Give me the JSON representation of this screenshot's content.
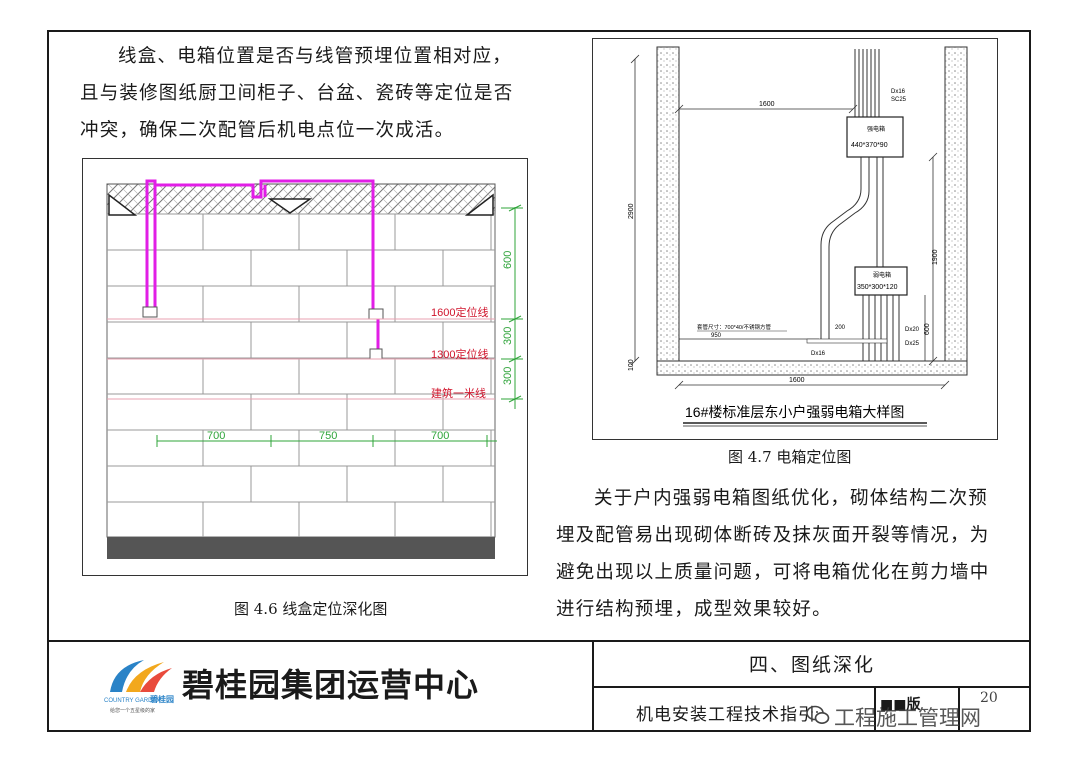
{
  "paragraphs": {
    "left": "线盒、电箱位置是否与线管预埋位置相对应，且与装修图纸厨卫间柜子、台盆、瓷砖等定位是否冲突，确保二次配管后机电点位一次成活。",
    "right": "关于户内强弱电箱图纸优化，砌体结构二次预埋及配管易出现砌体断砖及抹灰面开裂等情况，为避免出现以上质量问题，可将电箱优化在剪力墙中进行结构预埋，成型效果较好。"
  },
  "figure_46": {
    "caption": "图 4.6 线盒定位深化图",
    "line_1600": "1600定位线",
    "line_1300": "1300定位线",
    "line_1000": "建筑一米线",
    "dim_v_top": "600",
    "dim_v_mid": "300",
    "dim_v_bot": "300",
    "dim_h_1": "700",
    "dim_h_2": "750",
    "dim_h_3": "700"
  },
  "figure_47": {
    "caption": "图 4.7 电箱定位图",
    "title": "16#楼标准层东小户强弱电箱大样图",
    "box_strong_label": "强电箱",
    "box_strong_size": "440*370*90",
    "box_weak_label": "弱电箱",
    "box_weak_size": "350*300*120",
    "dim_1600_top": "1600",
    "dim_1600_bottom": "1600",
    "dim_2900": "2900",
    "dim_1900": "1900",
    "dim_600": "600",
    "dim_100": "100",
    "dim_950": "950",
    "dim_200": "200",
    "pipe_note": "套管尺寸：700*40/不锈钢方管",
    "dx16": "Dx16",
    "sc25": "SC25",
    "dx20": "Dx20",
    "dx25": "Dx25",
    "dx16b": "Dx16"
  },
  "footer": {
    "company": "碧桂园集团运营中心",
    "logo_cn": "碧桂园",
    "logo_en": "COUNTRY GARDEN",
    "logo_slogan": "给您一个五星级的家",
    "section_title": "四、图纸深化",
    "manual_title": "机电安装工程技术指引",
    "tag": "■■版",
    "page_number": "20",
    "watermark": "工程施工管理网"
  },
  "colors": {
    "magenta": "#e11ee6",
    "dim_green": "#2fa43a",
    "red_text": "#d0142c"
  }
}
